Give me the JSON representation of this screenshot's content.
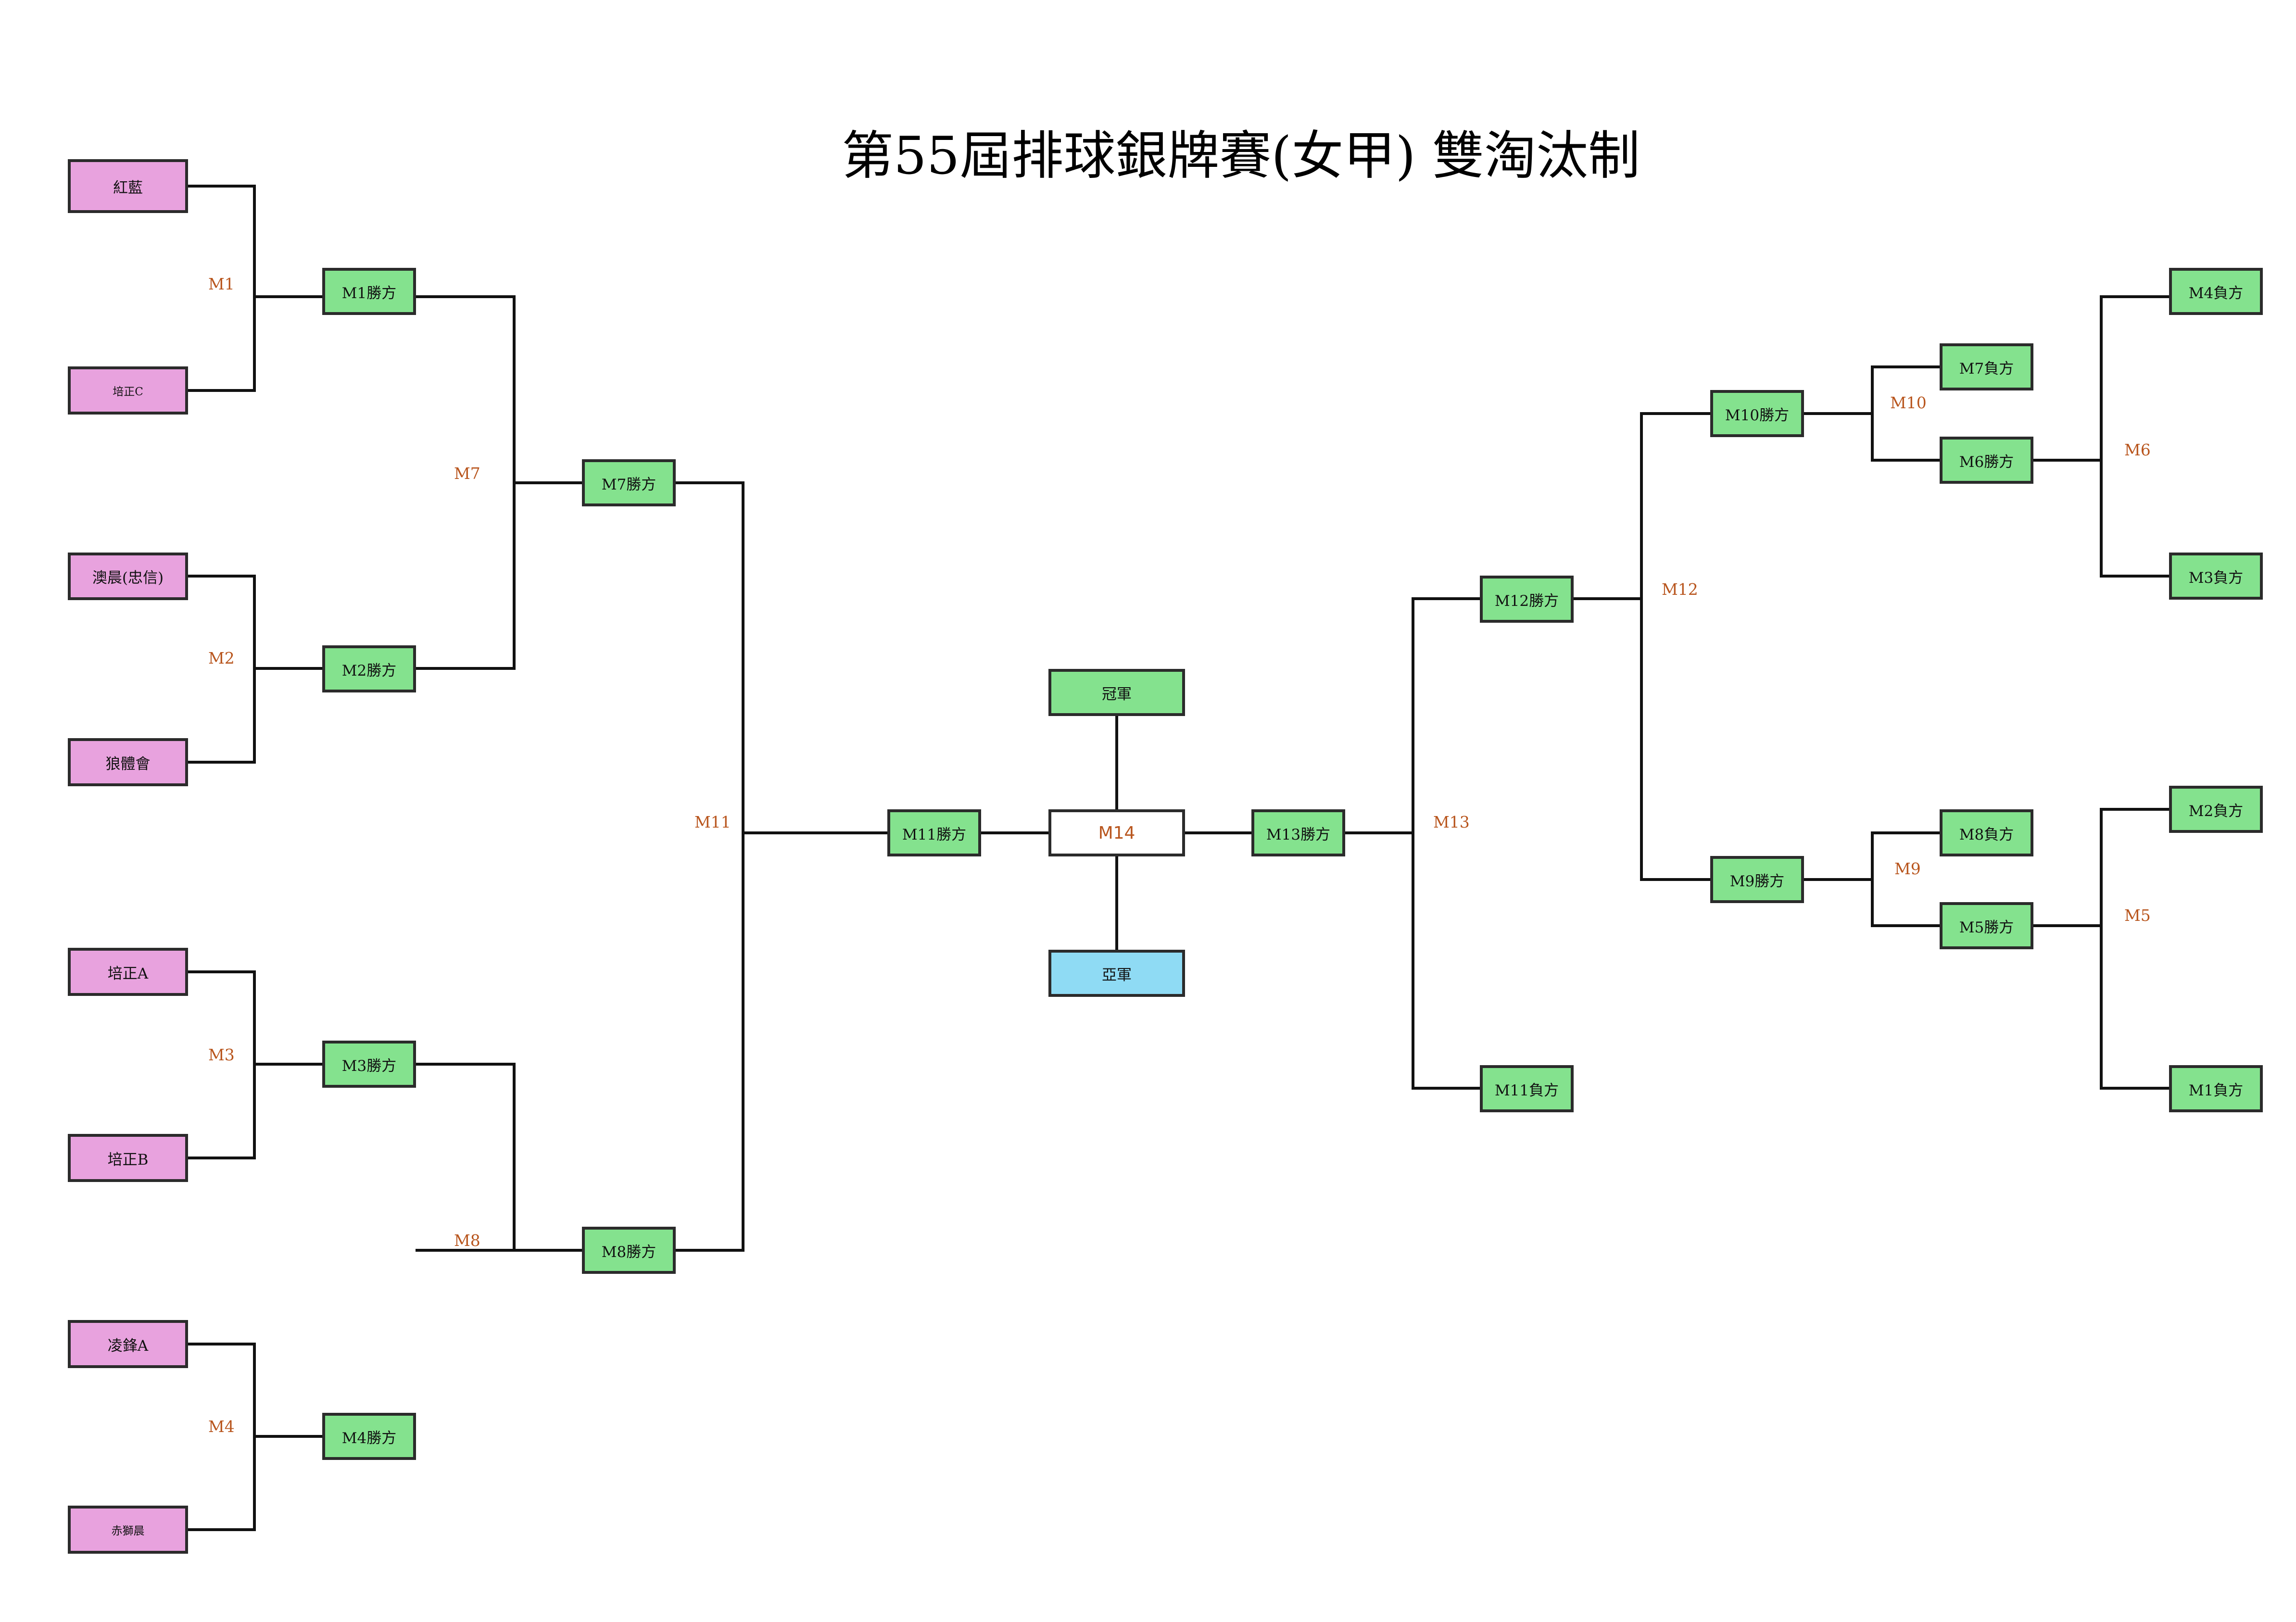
{
  "title": "第55屆排球銀牌賽(女甲) 雙淘汰制",
  "teams": [
    "紅藍",
    "培正C",
    "澳晨(忠信)",
    "狼體會",
    "培正A",
    "培正B",
    "凌鋒A",
    "赤獅晨"
  ],
  "results": {
    "m1_win": "M1勝方",
    "m2_win": "M2勝方",
    "m3_win": "M3勝方",
    "m4_win": "M4勝方",
    "m7_win": "M7勝方",
    "m8_win": "M8勝方",
    "m11_win": "M11勝方",
    "m13_win": "M13勝方",
    "m12_win": "M12勝方",
    "m11_lose": "M11負方",
    "m10_win": "M10勝方",
    "m9_win": "M9勝方",
    "m7_lose": "M7負方",
    "m6_win": "M6勝方",
    "m8_lose": "M8負方",
    "m5_win": "M5勝方",
    "m4_lose": "M4負方",
    "m3_lose": "M3負方",
    "m2_lose": "M2負方",
    "m1_lose": "M1負方"
  },
  "center": {
    "champion": "冠軍",
    "final_match": "M14",
    "runner_up": "亞軍"
  },
  "matches": {
    "m1": "M1",
    "m2": "M2",
    "m3": "M3",
    "m4": "M4",
    "m5": "M5",
    "m6": "M6",
    "m7": "M7",
    "m8": "M8",
    "m9": "M9",
    "m10": "M10",
    "m11": "M11",
    "m12": "M12",
    "m13": "M13"
  },
  "colors": {
    "team_box": "#e8a2de",
    "result_box": "#84e28e",
    "runner_up_box": "#8fdbf4",
    "match_label": "#b8551d"
  }
}
